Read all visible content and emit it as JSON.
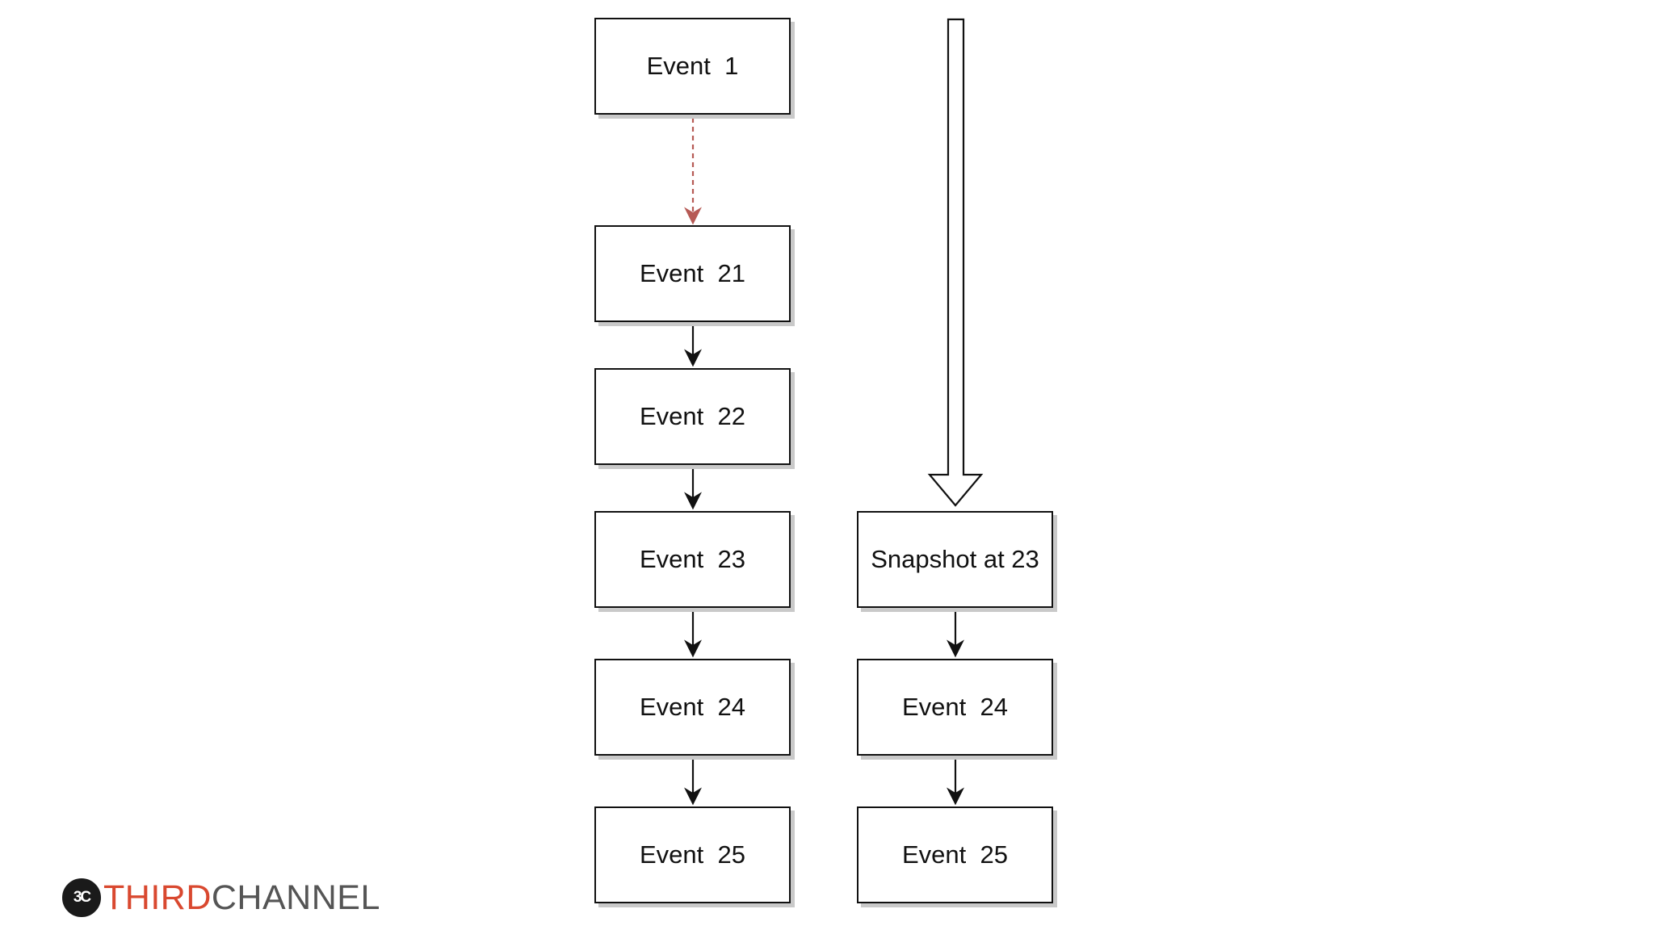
{
  "diagram": {
    "left_column": [
      "Event  1",
      "Event  21",
      "Event  22",
      "Event  23",
      "Event  24",
      "Event  25"
    ],
    "right_column": [
      "Snapshot at 23",
      "Event  24",
      "Event  25"
    ]
  },
  "logo": {
    "mark_label": "3C",
    "word_part1": "THIRD",
    "word_part2": "CHANNEL"
  },
  "colors": {
    "box_border": "#111111",
    "box_shadow": "#c9c9c9",
    "dashed_arrow": "#b65a55",
    "logo_accent": "#d9482f",
    "logo_dark": "#555555"
  }
}
